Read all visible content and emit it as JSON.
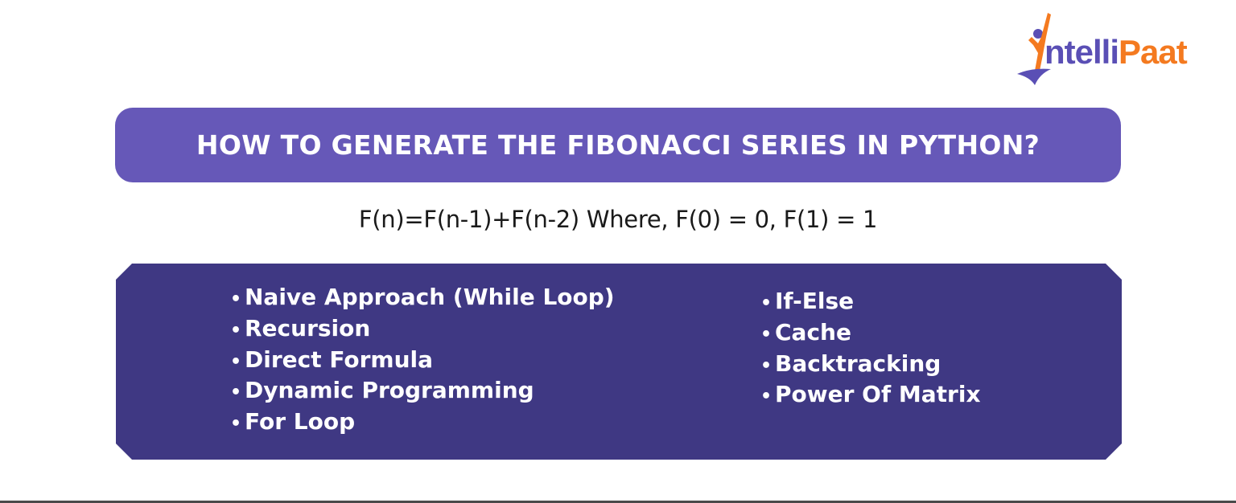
{
  "logo": {
    "part1": "ntelli",
    "part2": "Paat",
    "brand_colors": {
      "purple": "#5a4fb5",
      "orange": "#f47a20"
    }
  },
  "title": "HOW TO GENERATE THE FIBONACCI SERIES IN PYTHON?",
  "formula": "F(n)=F(n-1)+F(n-2) Where, F(0) = 0, F(1) = 1",
  "methods": {
    "left": [
      {
        "label": "Naive Approach (While Loop)"
      },
      {
        "label": "Recursion"
      },
      {
        "label": "Direct Formula"
      },
      {
        "label": "Dynamic Programming"
      },
      {
        "label": "For Loop"
      }
    ],
    "right": [
      {
        "label": "If-Else"
      },
      {
        "label": "Cache"
      },
      {
        "label": "Backtracking"
      },
      {
        "label": "Power Of Matrix"
      }
    ]
  },
  "bullet": "•",
  "colors": {
    "title_bg": "#6658b8",
    "list_bg": "#3f3883",
    "text_dark": "#1a1a1a"
  }
}
